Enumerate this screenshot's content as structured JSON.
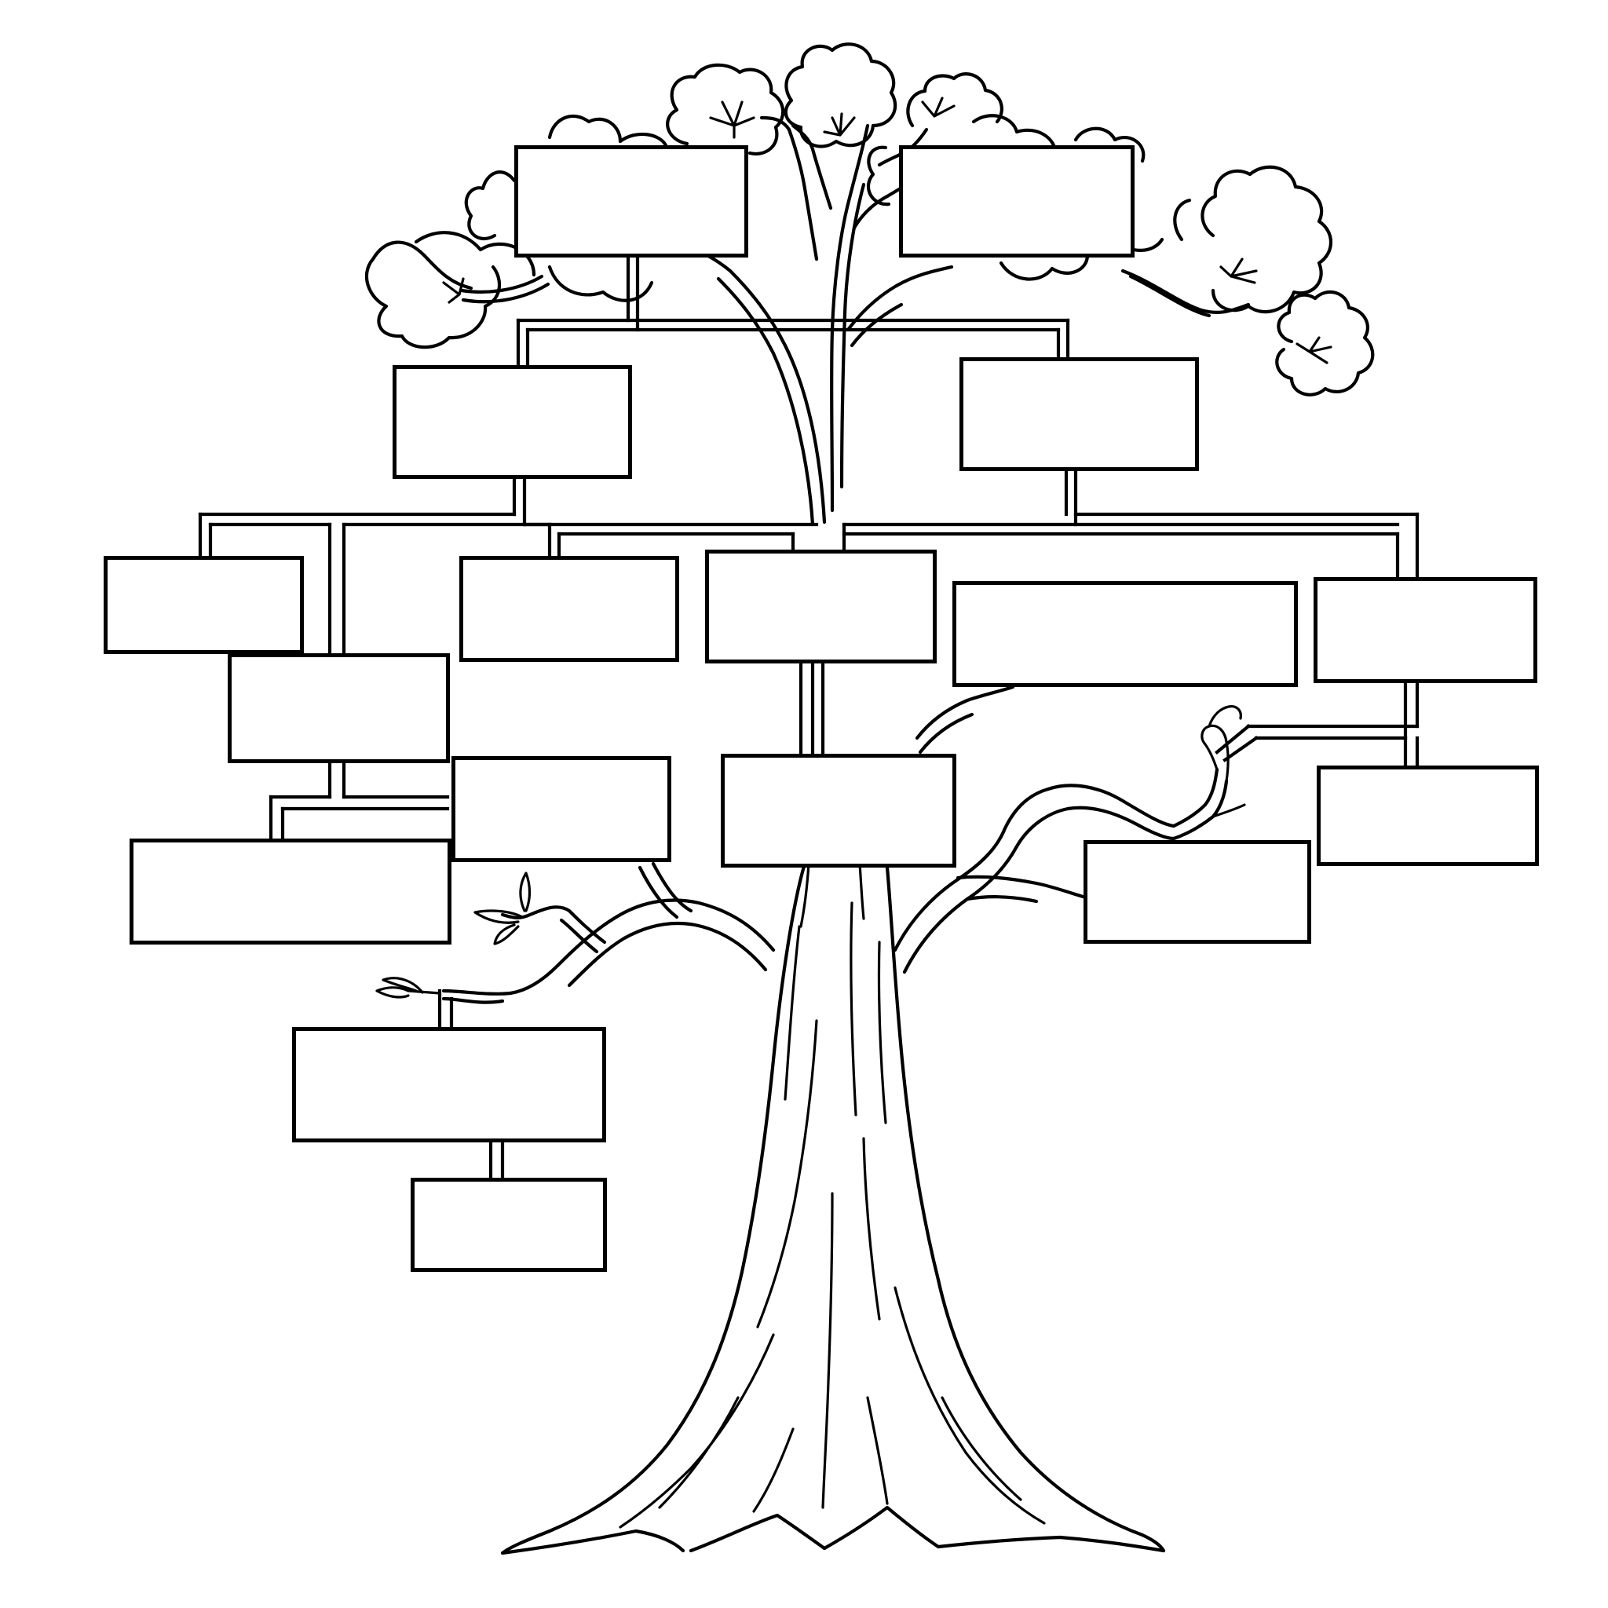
{
  "diagram": {
    "style": "blank family tree drawing, black line art on white",
    "colors": {
      "line": "#000000",
      "background": "#ffffff",
      "box_fill": "#ffffff"
    },
    "boxes": [
      {
        "id": "b01",
        "label": ""
      },
      {
        "id": "b02",
        "label": ""
      },
      {
        "id": "b03",
        "label": ""
      },
      {
        "id": "b04",
        "label": ""
      },
      {
        "id": "b05",
        "label": ""
      },
      {
        "id": "b06",
        "label": ""
      },
      {
        "id": "b07",
        "label": ""
      },
      {
        "id": "b08",
        "label": ""
      },
      {
        "id": "b09",
        "label": ""
      },
      {
        "id": "b10",
        "label": ""
      },
      {
        "id": "b11",
        "label": ""
      },
      {
        "id": "b12",
        "label": ""
      },
      {
        "id": "b13",
        "label": ""
      },
      {
        "id": "b14",
        "label": ""
      },
      {
        "id": "b15",
        "label": ""
      },
      {
        "id": "b16",
        "label": ""
      },
      {
        "id": "b17",
        "label": ""
      },
      {
        "id": "b18",
        "label": ""
      }
    ]
  }
}
